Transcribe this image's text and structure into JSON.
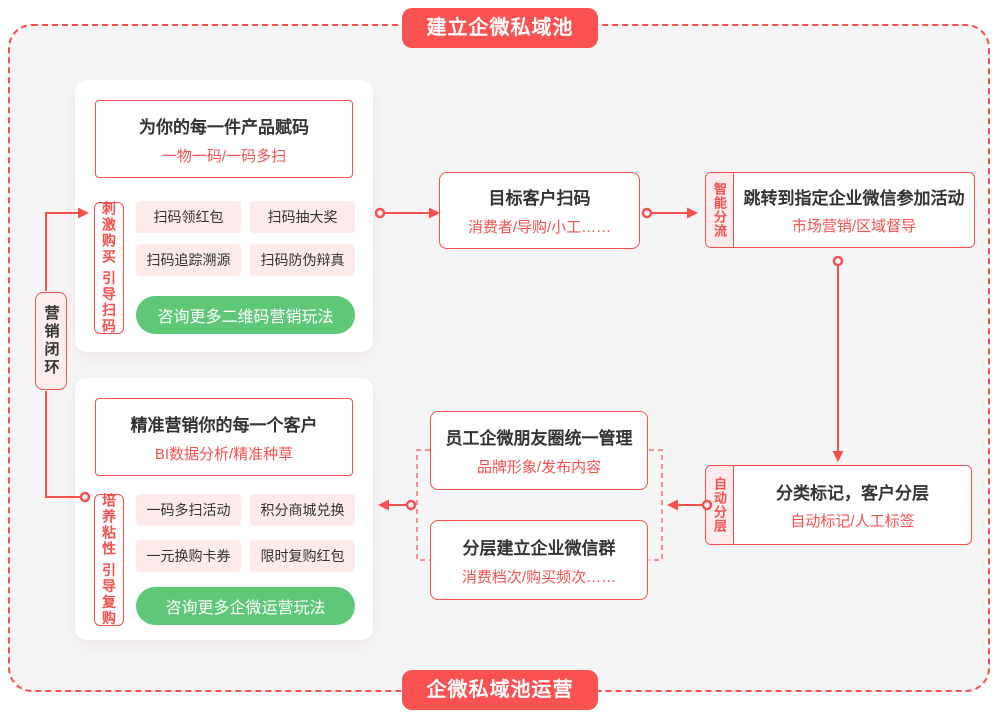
{
  "top_badge": "建立企微私域池",
  "bottom_badge": "企微私域池运营",
  "loop": {
    "label": "营销闭环"
  },
  "product_card": {
    "title": "为你的每一件产品赋码",
    "subtitle": "一物一码/一码多扫",
    "side_label": "刺激购买 引导扫码",
    "items": [
      "扫码领红包",
      "扫码抽大奖",
      "扫码追踪溯源",
      "扫码防伪辩真"
    ],
    "cta": "咨询更多二维码营销玩法"
  },
  "customer_card": {
    "title": "精准营销你的每一个客户",
    "subtitle": "BI数据分析/精准种草",
    "side_label": "培养粘性 引导复购",
    "items": [
      "一码多扫活动",
      "积分商城兑换",
      "一元换购卡券",
      "限时复购红包"
    ],
    "cta": "咨询更多企微运营玩法"
  },
  "scan_box": {
    "title": "目标客户扫码",
    "subtitle": "消费者/导购/小工……"
  },
  "jump_box": {
    "side_label": "智能分流",
    "title": "跳转到指定企业微信参加活动",
    "subtitle": "市场营销/区域督导"
  },
  "tag_box": {
    "side_label": "自动分层",
    "title": "分类标记，客户分层",
    "subtitle": "自动标记/人工标签"
  },
  "moments_box": {
    "title": "员工企微朋友圈统一管理",
    "subtitle": "品牌形象/发布内容"
  },
  "groups_box": {
    "title": "分层建立企业微信群",
    "subtitle": "消费档次/购买频次……"
  },
  "colors": {
    "accent_red": "#f5514f",
    "badge_red": "#fa5250",
    "pink_fill": "#fdeaea",
    "green": "#5fc878",
    "frame_bg": "#f5f5f6",
    "text_dark": "#333333"
  }
}
